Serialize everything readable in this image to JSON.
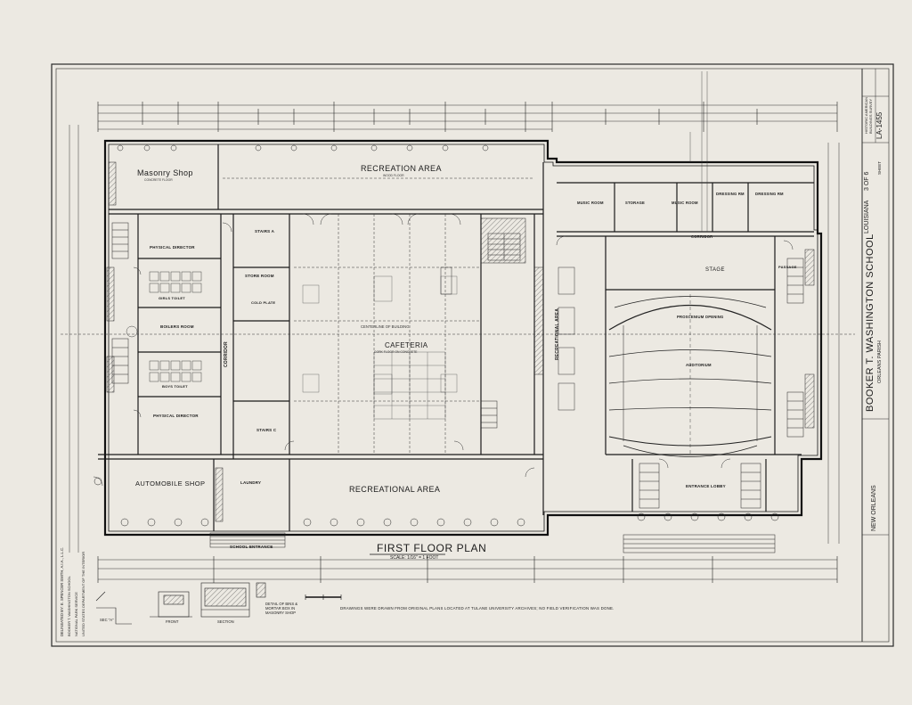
{
  "sheet": {
    "project_title": "BOOKER T. WASHINGTON SCHOOL",
    "parish": "ORLEANS PARISH",
    "state": "LOUISIANA",
    "city": "NEW ORLEANS",
    "survey_number": "LA-1455",
    "sheet_label": "SHEET",
    "sheet_number": "3 OF 6",
    "survey_name": "HISTORIC AMERICAN BUILDINGS SURVEY",
    "agency": "UNITED STATES DEPARTMENT OF THE INTERIOR",
    "park_service": "NATIONAL PARK SERVICE",
    "delineator": "DELINEATED BY: E. SPENCER SMITH, A.I.A., L.L.C.",
    "sponsor": "BOOKER T. WASHINGTON SCHOOL"
  },
  "plan": {
    "title": "FIRST FLOOR PLAN",
    "scale": "SCALE: 1/16\" = 1 FOOT",
    "note": "DRAWINGS WERE DRAWN FROM ORIGINAL PLANS LOCATED AT TULANE UNIVERSITY ARCHIVES; NO FIELD VERIFICATION WAS DONE."
  },
  "rooms": {
    "masonry_shop": "Masonry Shop",
    "masonry_shop_sub": "CONCRETE FLOOR",
    "recreation_area": "RECREATION AREA",
    "recreation_area_sub": "WOOD FLOOR",
    "physical_director_top": "PHYSICAL DIRECTOR",
    "stairs_a": "STAIRS A",
    "store_room": "STORE ROOM",
    "boilers_room": "BOILERS ROOM",
    "boys_toilet": "BOYS TOILET",
    "girls_toilet": "GIRLS TOILET",
    "physical_director_bottom": "PHYSICAL DIRECTOR",
    "corridor_left": "CORRIDOR",
    "cold_plate": "COLD PLATE",
    "centerline": "CENTERLINE OF BUILDING",
    "cafeteria": "CAFETERIA",
    "cafeteria_sub": "CORK FLOOR ON CONCRETE",
    "stairs_c": "STAIRS C",
    "automobile_shop": "AUTOMOBILE SHOP",
    "recreational_area": "RECREATIONAL AREA",
    "school_entrance": "SCHOOL ENTRANCE",
    "music_room_1": "MUSIC ROOM",
    "storage_1": "STORAGE",
    "music_room_2": "MUSIC ROOM",
    "dressing_rm_1": "DRESSING RM",
    "dressing_rm_2": "DRESSING RM",
    "corridor_right": "CORRIDOR",
    "stage": "STAGE",
    "proscenium": "PROSCENIUM OPENING",
    "auditorium": "AUDITORIUM",
    "recreational_area_vertical": "RECREATIONAL AREA",
    "entrance_lobby": "ENTRANCE LOBBY",
    "passage": "PASSAGE",
    "laundry": "LAUNDRY"
  },
  "details": {
    "sec_a": "SEC \"A\"",
    "front": "FRONT",
    "section": "SECTION",
    "bins_detail": "DETAIL OF BINS & MORTAR BOX IN MASONRY SHOP"
  }
}
